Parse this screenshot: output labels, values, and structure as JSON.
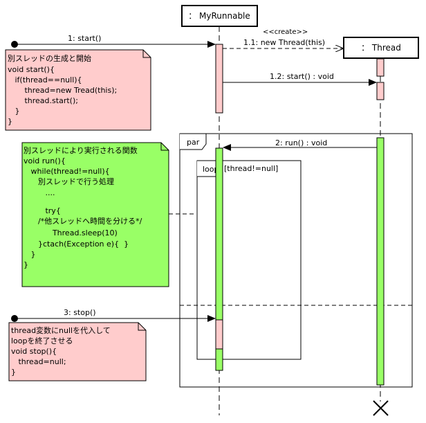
{
  "lifelines": {
    "runnable": "： MyRunnable",
    "thread": "： Thread"
  },
  "messages": {
    "m1": "1: start()",
    "m11": "1.1: new Thread(this)",
    "create": "<<create>>",
    "m12": "1.2: start() : void",
    "m2": "2: run() : void",
    "m3": "3: stop()"
  },
  "fragments": {
    "par": "par",
    "loop": "loop",
    "guard": "[thread!=null]"
  },
  "notes": {
    "start": [
      "別スレッドの生成と開始",
      "void start(){",
      "   if(thread==null){",
      "       thread=new Tread(this);",
      "       thread.start();",
      "   }",
      "}"
    ],
    "run": [
      "別スレッドにより実行される関数",
      "void run(){",
      "   while(thread!=null){",
      "      別スレッドで行う処理",
      "         ....",
      "         try{",
      "      /*他スレッドへ時間を分ける*/",
      "            Thread.sleep(10)",
      "      }ctach(Exception e){  }",
      "   }",
      "}"
    ],
    "stop": [
      "thread変数にnullを代入して",
      "loopを終了させる",
      "void stop(){",
      "   thread=null;",
      "}"
    ]
  },
  "colors": {
    "pink": "#ffcccc",
    "green": "#99ff66",
    "line": "#000000"
  }
}
